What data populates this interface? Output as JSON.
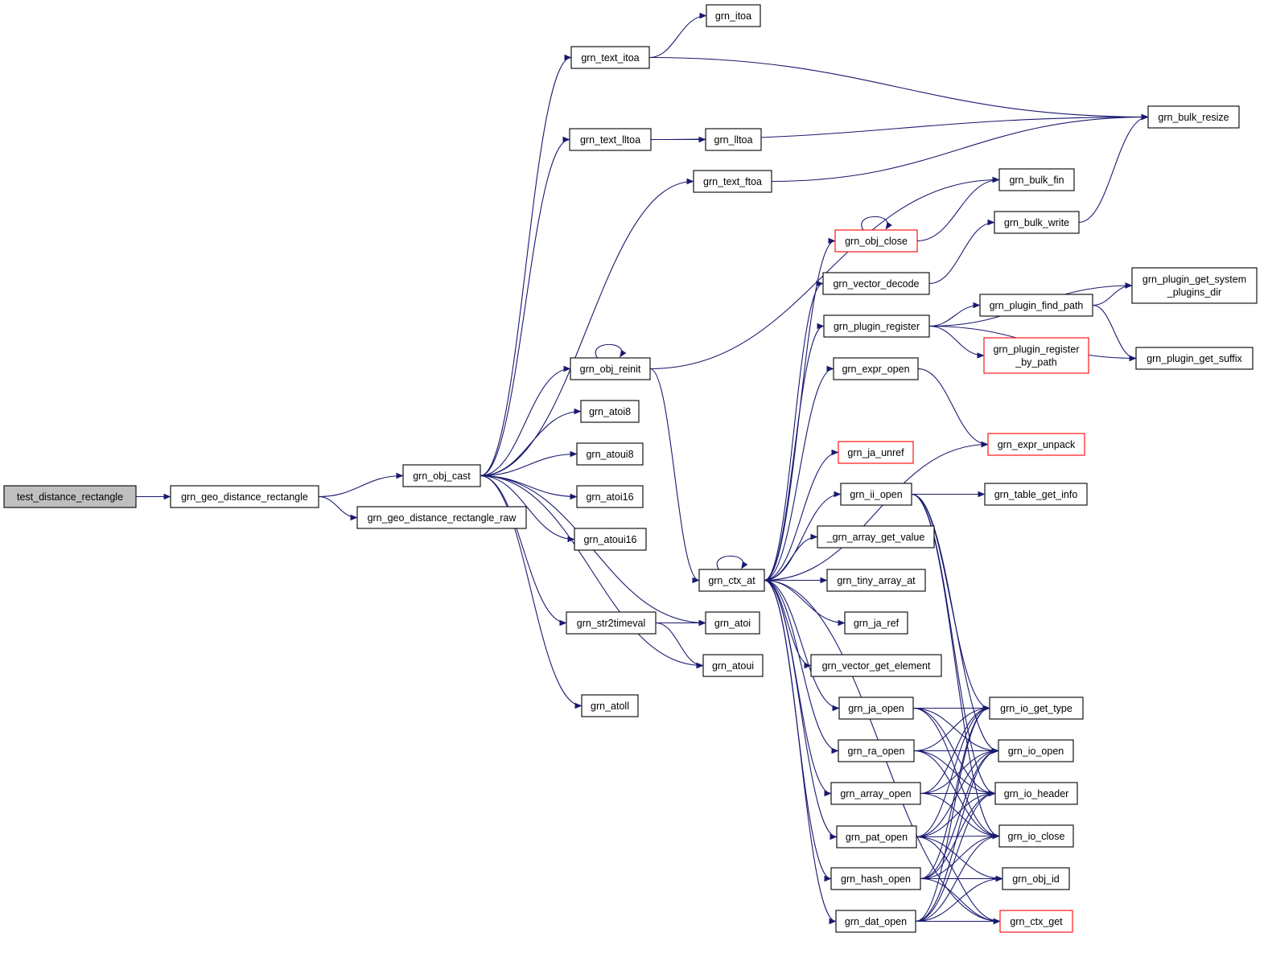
{
  "diagram": {
    "type": "call-graph",
    "nodes": [
      {
        "id": "test_distance_rectangle",
        "label": "test_distance_rectangle",
        "root": true
      },
      {
        "id": "grn_geo_distance_rectangle",
        "label": "grn_geo_distance_rectangle"
      },
      {
        "id": "grn_obj_cast",
        "label": "grn_obj_cast"
      },
      {
        "id": "grn_geo_distance_rectangle_raw",
        "label": "grn_geo_distance_rectangle_raw"
      },
      {
        "id": "grn_itoa",
        "label": "grn_itoa"
      },
      {
        "id": "grn_text_itoa",
        "label": "grn_text_itoa"
      },
      {
        "id": "grn_bulk_resize",
        "label": "grn_bulk_resize"
      },
      {
        "id": "grn_text_lltoa",
        "label": "grn_text_lltoa"
      },
      {
        "id": "grn_lltoa",
        "label": "grn_lltoa"
      },
      {
        "id": "grn_text_ftoa",
        "label": "grn_text_ftoa"
      },
      {
        "id": "grn_bulk_fin",
        "label": "grn_bulk_fin"
      },
      {
        "id": "grn_bulk_write",
        "label": "grn_bulk_write"
      },
      {
        "id": "grn_obj_close",
        "label": "grn_obj_close",
        "truncated": true
      },
      {
        "id": "grn_vector_decode",
        "label": "grn_vector_decode"
      },
      {
        "id": "grn_plugin_get_system_plugins_dir",
        "label": "grn_plugin_get_system\n_plugins_dir"
      },
      {
        "id": "grn_plugin_register",
        "label": "grn_plugin_register"
      },
      {
        "id": "grn_plugin_find_path",
        "label": "grn_plugin_find_path"
      },
      {
        "id": "grn_plugin_register_by_path",
        "label": "grn_plugin_register\n_by_path",
        "truncated": true
      },
      {
        "id": "grn_plugin_get_suffix",
        "label": "grn_plugin_get_suffix"
      },
      {
        "id": "grn_obj_reinit",
        "label": "grn_obj_reinit"
      },
      {
        "id": "grn_expr_open",
        "label": "grn_expr_open"
      },
      {
        "id": "grn_atoi8",
        "label": "grn_atoi8"
      },
      {
        "id": "grn_expr_unpack",
        "label": "grn_expr_unpack",
        "truncated": true
      },
      {
        "id": "grn_ja_unref",
        "label": "grn_ja_unref",
        "truncated": true
      },
      {
        "id": "grn_atoui8",
        "label": "grn_atoui8"
      },
      {
        "id": "grn_atoi16",
        "label": "grn_atoi16"
      },
      {
        "id": "grn_ii_open",
        "label": "grn_ii_open"
      },
      {
        "id": "grn_table_get_info",
        "label": "grn_table_get_info"
      },
      {
        "id": "grn_atoui16",
        "label": "grn_atoui16"
      },
      {
        "id": "_grn_array_get_value",
        "label": "_grn_array_get_value"
      },
      {
        "id": "grn_ctx_at",
        "label": "grn_ctx_at"
      },
      {
        "id": "grn_tiny_array_at",
        "label": "grn_tiny_array_at"
      },
      {
        "id": "grn_str2timeval",
        "label": "grn_str2timeval"
      },
      {
        "id": "grn_atoi",
        "label": "grn_atoi"
      },
      {
        "id": "grn_ja_ref",
        "label": "grn_ja_ref"
      },
      {
        "id": "grn_atoui",
        "label": "grn_atoui"
      },
      {
        "id": "grn_vector_get_element",
        "label": "grn_vector_get_element"
      },
      {
        "id": "grn_atoll",
        "label": "grn_atoll"
      },
      {
        "id": "grn_ja_open",
        "label": "grn_ja_open"
      },
      {
        "id": "grn_io_get_type",
        "label": "grn_io_get_type"
      },
      {
        "id": "grn_ra_open",
        "label": "grn_ra_open"
      },
      {
        "id": "grn_io_open",
        "label": "grn_io_open"
      },
      {
        "id": "grn_array_open",
        "label": "grn_array_open"
      },
      {
        "id": "grn_io_header",
        "label": "grn_io_header"
      },
      {
        "id": "grn_pat_open",
        "label": "grn_pat_open"
      },
      {
        "id": "grn_io_close",
        "label": "grn_io_close"
      },
      {
        "id": "grn_hash_open",
        "label": "grn_hash_open"
      },
      {
        "id": "grn_obj_id",
        "label": "grn_obj_id"
      },
      {
        "id": "grn_dat_open",
        "label": "grn_dat_open"
      },
      {
        "id": "grn_ctx_get",
        "label": "grn_ctx_get",
        "truncated": true
      }
    ],
    "edges": [
      [
        "test_distance_rectangle",
        "grn_geo_distance_rectangle"
      ],
      [
        "grn_geo_distance_rectangle",
        "grn_obj_cast"
      ],
      [
        "grn_geo_distance_rectangle",
        "grn_geo_distance_rectangle_raw"
      ],
      [
        "grn_obj_cast",
        "grn_text_itoa"
      ],
      [
        "grn_obj_cast",
        "grn_text_lltoa"
      ],
      [
        "grn_obj_cast",
        "grn_text_ftoa"
      ],
      [
        "grn_obj_cast",
        "grn_obj_reinit"
      ],
      [
        "grn_obj_cast",
        "grn_atoi8"
      ],
      [
        "grn_obj_cast",
        "grn_atoui8"
      ],
      [
        "grn_obj_cast",
        "grn_atoi16"
      ],
      [
        "grn_obj_cast",
        "grn_atoui16"
      ],
      [
        "grn_obj_cast",
        "grn_atoi"
      ],
      [
        "grn_obj_cast",
        "grn_str2timeval"
      ],
      [
        "grn_obj_cast",
        "grn_atoui"
      ],
      [
        "grn_obj_cast",
        "grn_atoll"
      ],
      [
        "grn_text_itoa",
        "grn_itoa"
      ],
      [
        "grn_text_itoa",
        "grn_bulk_resize"
      ],
      [
        "grn_text_lltoa",
        "grn_lltoa"
      ],
      [
        "grn_text_lltoa",
        "grn_bulk_resize"
      ],
      [
        "grn_text_ftoa",
        "grn_bulk_resize"
      ],
      [
        "grn_obj_reinit",
        "grn_obj_reinit"
      ],
      [
        "grn_obj_reinit",
        "grn_bulk_fin"
      ],
      [
        "grn_obj_reinit",
        "grn_ctx_at"
      ],
      [
        "grn_str2timeval",
        "grn_atoi"
      ],
      [
        "grn_str2timeval",
        "grn_atoui"
      ],
      [
        "grn_ctx_at",
        "grn_ctx_at"
      ],
      [
        "grn_ctx_at",
        "grn_obj_close"
      ],
      [
        "grn_ctx_at",
        "grn_vector_decode"
      ],
      [
        "grn_ctx_at",
        "grn_plugin_register"
      ],
      [
        "grn_ctx_at",
        "grn_expr_open"
      ],
      [
        "grn_ctx_at",
        "grn_expr_unpack"
      ],
      [
        "grn_ctx_at",
        "grn_ja_unref"
      ],
      [
        "grn_ctx_at",
        "grn_ii_open"
      ],
      [
        "grn_ctx_at",
        "_grn_array_get_value"
      ],
      [
        "grn_ctx_at",
        "grn_tiny_array_at"
      ],
      [
        "grn_ctx_at",
        "grn_ja_ref"
      ],
      [
        "grn_ctx_at",
        "grn_vector_get_element"
      ],
      [
        "grn_ctx_at",
        "grn_ja_open"
      ],
      [
        "grn_ctx_at",
        "grn_ra_open"
      ],
      [
        "grn_ctx_at",
        "grn_array_open"
      ],
      [
        "grn_ctx_at",
        "grn_pat_open"
      ],
      [
        "grn_ctx_at",
        "grn_hash_open"
      ],
      [
        "grn_ctx_at",
        "grn_dat_open"
      ],
      [
        "grn_obj_close",
        "grn_obj_close"
      ],
      [
        "grn_obj_close",
        "grn_bulk_fin"
      ],
      [
        "grn_vector_decode",
        "grn_bulk_write"
      ],
      [
        "grn_bulk_write",
        "grn_bulk_resize"
      ],
      [
        "grn_plugin_register",
        "grn_plugin_get_system_plugins_dir"
      ],
      [
        "grn_plugin_register",
        "grn_plugin_find_path"
      ],
      [
        "grn_plugin_register",
        "grn_plugin_register_by_path"
      ],
      [
        "grn_plugin_register",
        "grn_plugin_get_suffix"
      ],
      [
        "grn_plugin_find_path",
        "grn_plugin_get_system_plugins_dir"
      ],
      [
        "grn_plugin_find_path",
        "grn_plugin_get_suffix"
      ],
      [
        "grn_expr_open",
        "grn_expr_unpack"
      ],
      [
        "grn_ii_open",
        "grn_table_get_info"
      ],
      [
        "grn_ii_open",
        "grn_io_get_type"
      ],
      [
        "grn_ii_open",
        "grn_io_open"
      ],
      [
        "grn_ii_open",
        "grn_io_header"
      ],
      [
        "grn_ii_open",
        "grn_io_close"
      ],
      [
        "grn_ja_open",
        "grn_io_get_type"
      ],
      [
        "grn_ja_open",
        "grn_io_open"
      ],
      [
        "grn_ja_open",
        "grn_io_header"
      ],
      [
        "grn_ja_open",
        "grn_io_close"
      ],
      [
        "grn_ra_open",
        "grn_io_get_type"
      ],
      [
        "grn_ra_open",
        "grn_io_open"
      ],
      [
        "grn_ra_open",
        "grn_io_header"
      ],
      [
        "grn_ra_open",
        "grn_io_close"
      ],
      [
        "grn_array_open",
        "grn_io_get_type"
      ],
      [
        "grn_array_open",
        "grn_io_open"
      ],
      [
        "grn_array_open",
        "grn_io_header"
      ],
      [
        "grn_array_open",
        "grn_io_close"
      ],
      [
        "grn_pat_open",
        "grn_io_get_type"
      ],
      [
        "grn_pat_open",
        "grn_io_open"
      ],
      [
        "grn_pat_open",
        "grn_io_header"
      ],
      [
        "grn_pat_open",
        "grn_io_close"
      ],
      [
        "grn_pat_open",
        "grn_obj_id"
      ],
      [
        "grn_pat_open",
        "grn_ctx_get"
      ],
      [
        "grn_hash_open",
        "grn_io_get_type"
      ],
      [
        "grn_hash_open",
        "grn_io_open"
      ],
      [
        "grn_hash_open",
        "grn_io_header"
      ],
      [
        "grn_hash_open",
        "grn_io_close"
      ],
      [
        "grn_hash_open",
        "grn_obj_id"
      ],
      [
        "grn_hash_open",
        "grn_ctx_get"
      ],
      [
        "grn_dat_open",
        "grn_io_get_type"
      ],
      [
        "grn_dat_open",
        "grn_io_open"
      ],
      [
        "grn_dat_open",
        "grn_io_header"
      ],
      [
        "grn_dat_open",
        "grn_io_close"
      ],
      [
        "grn_dat_open",
        "grn_obj_id"
      ],
      [
        "grn_dat_open",
        "grn_ctx_get"
      ],
      [
        "grn_ctx_get",
        "grn_ctx_at"
      ]
    ]
  },
  "colors": {
    "edge": "#191970",
    "node_border": "#000000",
    "truncated_border": "#ff0000",
    "root_fill": "#bfbfbf",
    "background": "#ffffff"
  }
}
